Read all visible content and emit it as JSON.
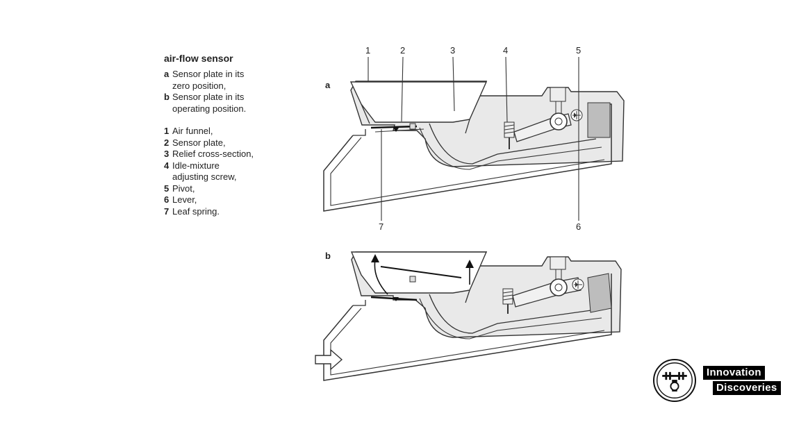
{
  "legend": {
    "title": "air-flow sensor",
    "positions": [
      {
        "key": "a",
        "text": "Sensor plate in its\nzero position,"
      },
      {
        "key": "b",
        "text": "Sensor plate in its\noperating position."
      }
    ],
    "parts": [
      {
        "key": "1",
        "text": "Air funnel,"
      },
      {
        "key": "2",
        "text": "Sensor plate,"
      },
      {
        "key": "3",
        "text": "Relief cross-section,"
      },
      {
        "key": "4",
        "text": "Idle-mixture\nadjusting screw,"
      },
      {
        "key": "5",
        "text": "Pivot,"
      },
      {
        "key": "6",
        "text": "Lever,"
      },
      {
        "key": "7",
        "text": "Leaf spring."
      }
    ]
  },
  "diagram": {
    "label_a": "a",
    "label_b": "b",
    "callouts": [
      "1",
      "2",
      "3",
      "4",
      "5",
      "6",
      "7"
    ]
  },
  "watermark": {
    "line1": "Innovation",
    "line2": "Discoveries"
  }
}
